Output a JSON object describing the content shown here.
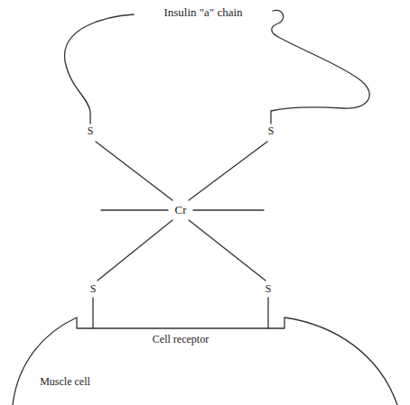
{
  "diagram": {
    "labels": [
      "Insulin \"a\" chain",
      "S",
      "S",
      "Cr",
      "S",
      "S",
      "Cell receptor",
      "Muscle cell"
    ]
  }
}
